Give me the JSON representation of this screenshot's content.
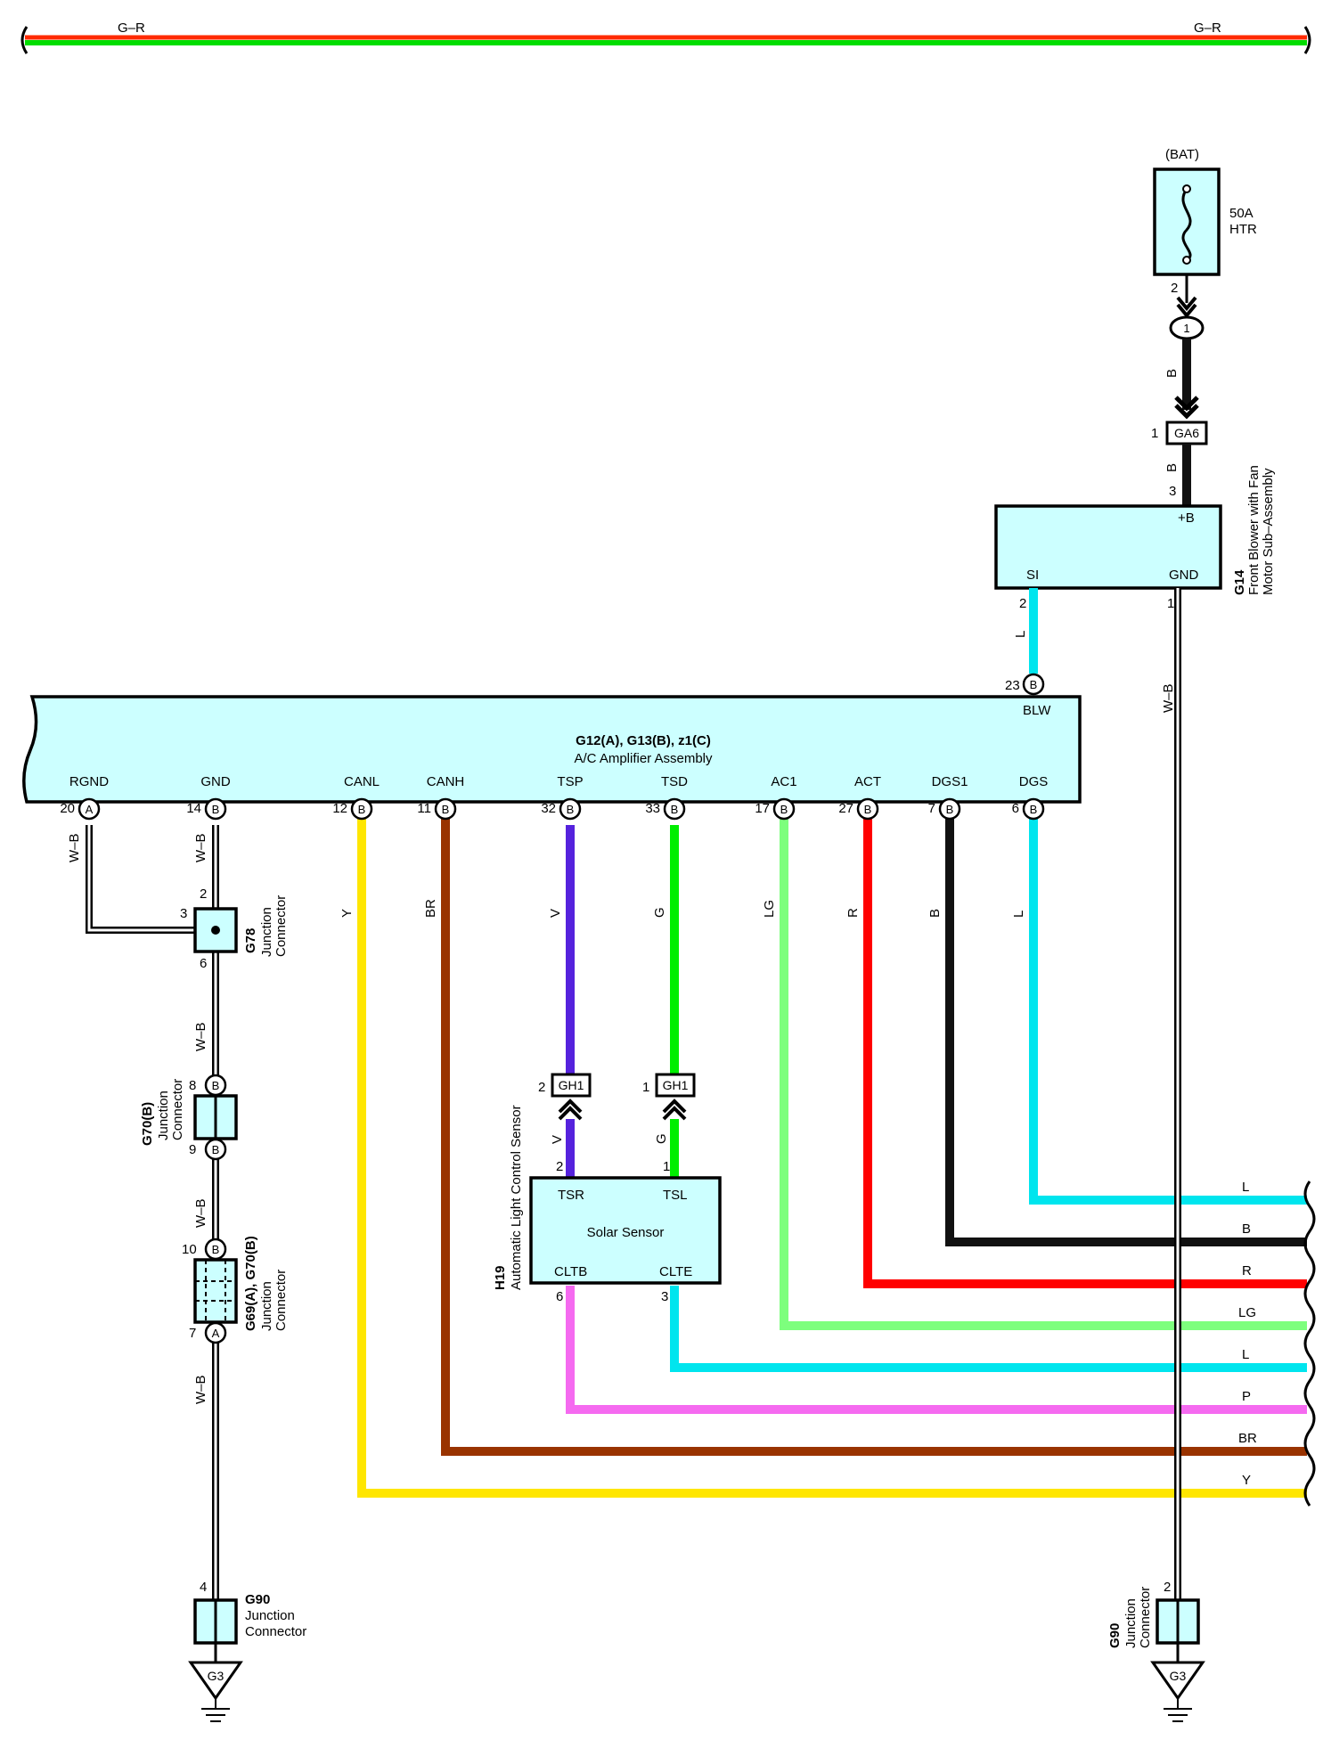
{
  "top_wire": {
    "label_left": "G–R",
    "label_right": "G–R"
  },
  "power": {
    "source": "(BAT)",
    "fuse_rating": "50A",
    "fuse_name": "HTR",
    "fuse_pin": "2",
    "splice_id": "1",
    "wire_color_upper": "B",
    "wire_color_lower": "B",
    "connector_id": "GA6",
    "connector_pin": "1",
    "blower_pin_in": "3"
  },
  "blower": {
    "id": "G14",
    "name_line1": "Front Blower with Fan",
    "name_line2": "Motor Sub–Assembly",
    "terminal_b": "+B",
    "terminal_si": "SI",
    "terminal_gnd": "GND",
    "si_pin": "2",
    "gnd_pin": "1",
    "si_wire": "L",
    "gnd_wire": "W–B"
  },
  "amplifier": {
    "id": "G12(A), G13(B), z1(C)",
    "name": "A/C Amplifier Assembly",
    "blw_label": "BLW",
    "blw_pin": "23",
    "blw_letter": "B",
    "terminals": [
      {
        "name": "RGND",
        "pin": "20",
        "letter": "A",
        "wire": "W–B"
      },
      {
        "name": "GND",
        "pin": "14",
        "letter": "B",
        "wire": "W–B"
      },
      {
        "name": "CANL",
        "pin": "12",
        "letter": "B",
        "wire": "Y"
      },
      {
        "name": "CANH",
        "pin": "11",
        "letter": "B",
        "wire": "BR"
      },
      {
        "name": "TSP",
        "pin": "32",
        "letter": "B",
        "wire": "V"
      },
      {
        "name": "TSD",
        "pin": "33",
        "letter": "B",
        "wire": "G"
      },
      {
        "name": "AC1",
        "pin": "17",
        "letter": "B",
        "wire": "LG"
      },
      {
        "name": "ACT",
        "pin": "27",
        "letter": "B",
        "wire": "R"
      },
      {
        "name": "DGS1",
        "pin": "7",
        "letter": "B",
        "wire": "B"
      },
      {
        "name": "DGS",
        "pin": "6",
        "letter": "B",
        "wire": "L"
      }
    ]
  },
  "ground_chain": {
    "g78_id": "G78",
    "g78_line1": "Junction",
    "g78_line2": "Connector",
    "g78_pin_top": "2",
    "g78_pin_left": "3",
    "g78_pin_bottom": "6",
    "wire_1": "W–B",
    "g70_id": "G70(B)",
    "g70_line1": "Junction",
    "g70_line2": "Connector",
    "g70_pin_top": "8",
    "g70_pin_bottom": "9",
    "g70_letter": "B",
    "wire_2": "W–B",
    "g69_id": "G69(A), G70(B)",
    "g69_line1": "Junction",
    "g69_line2": "Connector",
    "g69_pin_top": "10",
    "g69_pin_bottom": "7",
    "g69_letter_top": "B",
    "g69_letter_bottom": "A",
    "wire_3": "W–B",
    "g90_id": "G90",
    "g90_line1": "Junction",
    "g90_line2": "Connector",
    "g90_pin": "4",
    "ground": "G3"
  },
  "right_ground": {
    "g90_id": "G90",
    "g90_line1": "Junction",
    "g90_line2": "Connector",
    "g90_pin": "2",
    "ground": "G3"
  },
  "sensor": {
    "id": "H19",
    "name": "Automatic Light Control Sensor",
    "body": "Solar Sensor",
    "tsr": "TSR",
    "tsl": "TSL",
    "cltb": "CLTB",
    "clte": "CLTE",
    "tsr_pin": "2",
    "tsl_pin": "1",
    "cltb_pin": "6",
    "clte_pin": "3",
    "conn_left_id": "GH1",
    "conn_left_pin": "2",
    "conn_right_id": "GH1",
    "conn_right_pin": "1",
    "wire_left": "V",
    "wire_right": "G"
  },
  "right_outputs": [
    "L",
    "B",
    "R",
    "LG",
    "L",
    "P",
    "BR",
    "Y"
  ],
  "colors": {
    "box": "#ccffff",
    "L": "#00e5ee",
    "B": "#111111",
    "R": "#ff0000",
    "LG": "#7dff7d",
    "P": "#f56af0",
    "BR": "#993300",
    "Y": "#ffe600",
    "V": "#5522dd",
    "G": "#00ee00",
    "top_red": "#ff2a00",
    "top_green": "#00dd00"
  }
}
